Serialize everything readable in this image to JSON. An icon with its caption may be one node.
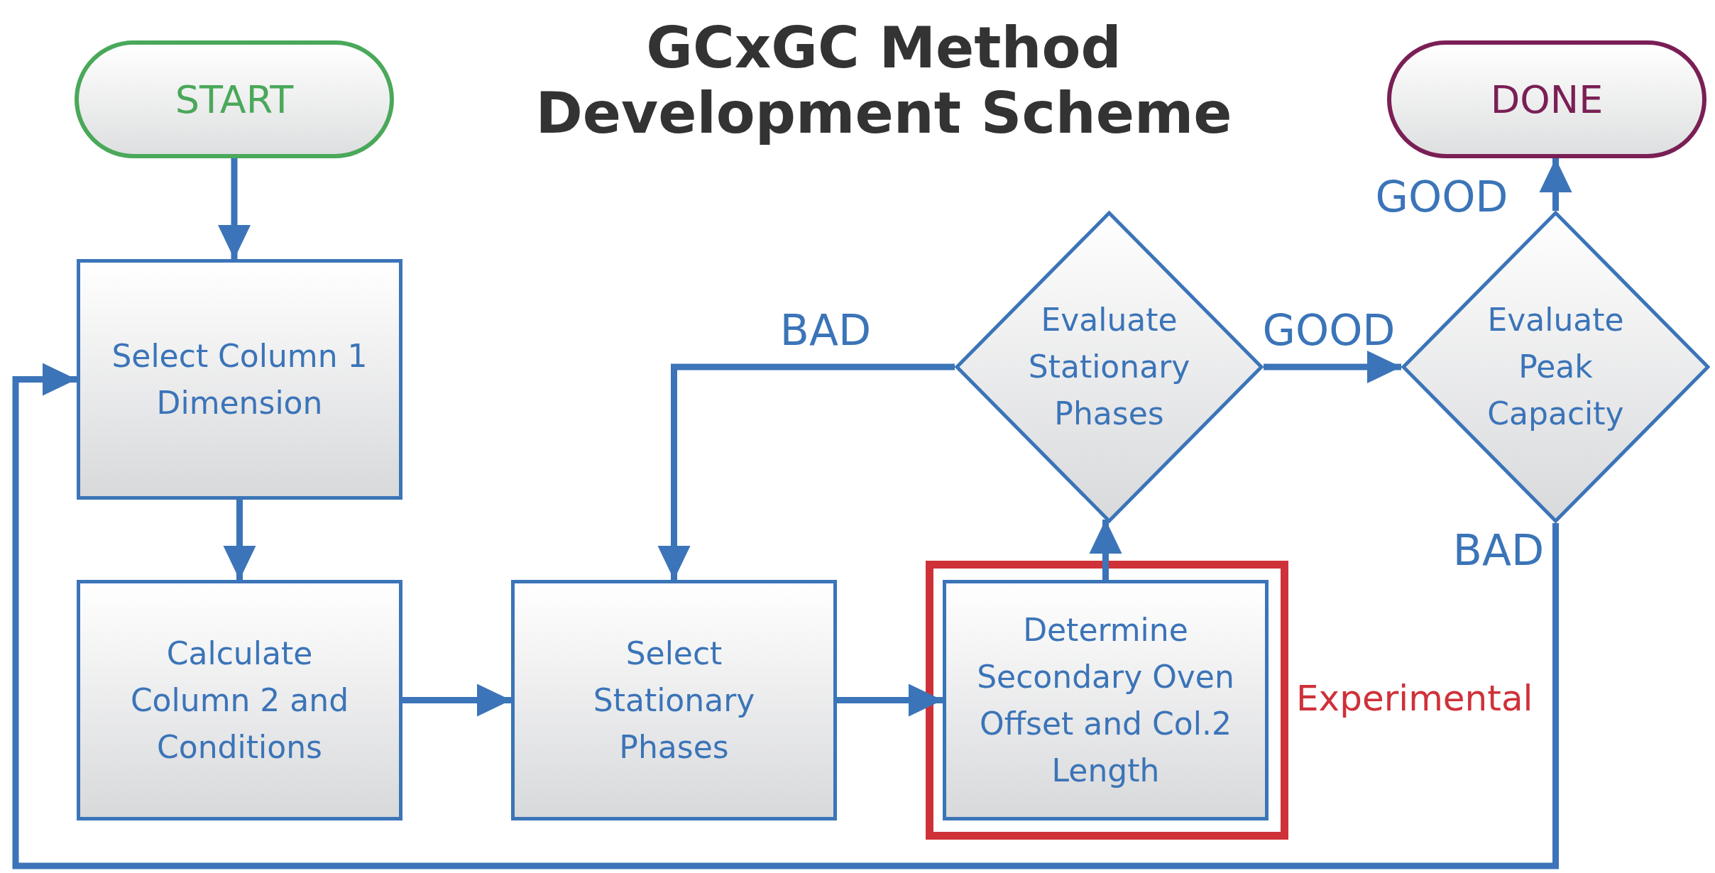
{
  "diagram": {
    "title": "GCxGC Method Development Scheme",
    "nodes": [
      {
        "text": [
          "START"
        ]
      },
      {
        "text": [
          "DONE"
        ]
      },
      {
        "text": [
          "Select Column 1 Dimension"
        ]
      },
      {
        "text": [
          "Calculate Column 2 and Conditions"
        ]
      },
      {
        "text": [
          "Select Stationary Phases"
        ]
      },
      {
        "text": [],
        "shape": "box",
        "beside": [
          "Experimental"
        ]
      },
      {
        "text": [
          "Determine Secondary Oven Offset and Col.2 Length"
        ],
        "in": 5
      },
      {
        "text": [
          "Evaluate Stationary Phases"
        ]
      },
      {
        "text": [
          "Evaluate Peak Capacity"
        ]
      }
    ],
    "edges": [
      {
        "from": 0,
        "to": 2,
        "arrow": "to"
      },
      {
        "from": 2,
        "to": 3,
        "arrow": "to"
      },
      {
        "from": 3,
        "to": 4,
        "arrow": "to"
      },
      {
        "from": 4,
        "to": 6,
        "arrow": "to"
      },
      {
        "from": 6,
        "to": 7,
        "arrow": "to"
      },
      {
        "from": 7,
        "to": 4,
        "arrow": "to",
        "label": "BAD"
      },
      {
        "from": 7,
        "to": 8,
        "arrow": "to",
        "label": "GOOD"
      },
      {
        "from": 8,
        "to": 1,
        "arrow": "to",
        "label": "GOOD"
      },
      {
        "from": 8,
        "to": 2,
        "arrow": "to",
        "label": "BAD"
      }
    ]
  }
}
